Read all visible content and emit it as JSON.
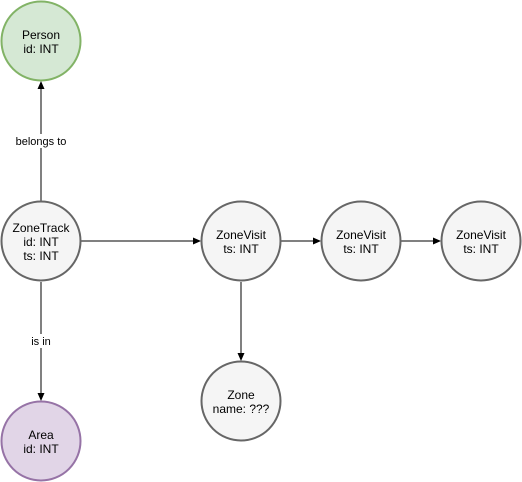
{
  "colors": {
    "person_fill": "#d5e8d4",
    "person_stroke": "#82b366",
    "area_fill": "#e1d5e7",
    "area_stroke": "#9673a6",
    "default_fill": "#f5f5f5",
    "default_stroke": "#666666"
  },
  "nodes": {
    "person": {
      "lines": [
        "Person",
        "id: INT"
      ]
    },
    "zonetrack": {
      "lines": [
        "ZoneTrack",
        "id: INT",
        "ts: INT"
      ]
    },
    "area": {
      "lines": [
        "Area",
        "id: INT"
      ]
    },
    "zonevisit1": {
      "lines": [
        "ZoneVisit",
        "ts: INT"
      ]
    },
    "zonevisit2": {
      "lines": [
        "ZoneVisit",
        "ts: INT"
      ]
    },
    "zonevisit3": {
      "lines": [
        "ZoneVisit",
        "ts: INT"
      ]
    },
    "zone": {
      "lines": [
        "Zone",
        "name: ???"
      ]
    }
  },
  "edges": {
    "belongs_to": {
      "label": "belongs to"
    },
    "is_in": {
      "label": "is in"
    }
  }
}
